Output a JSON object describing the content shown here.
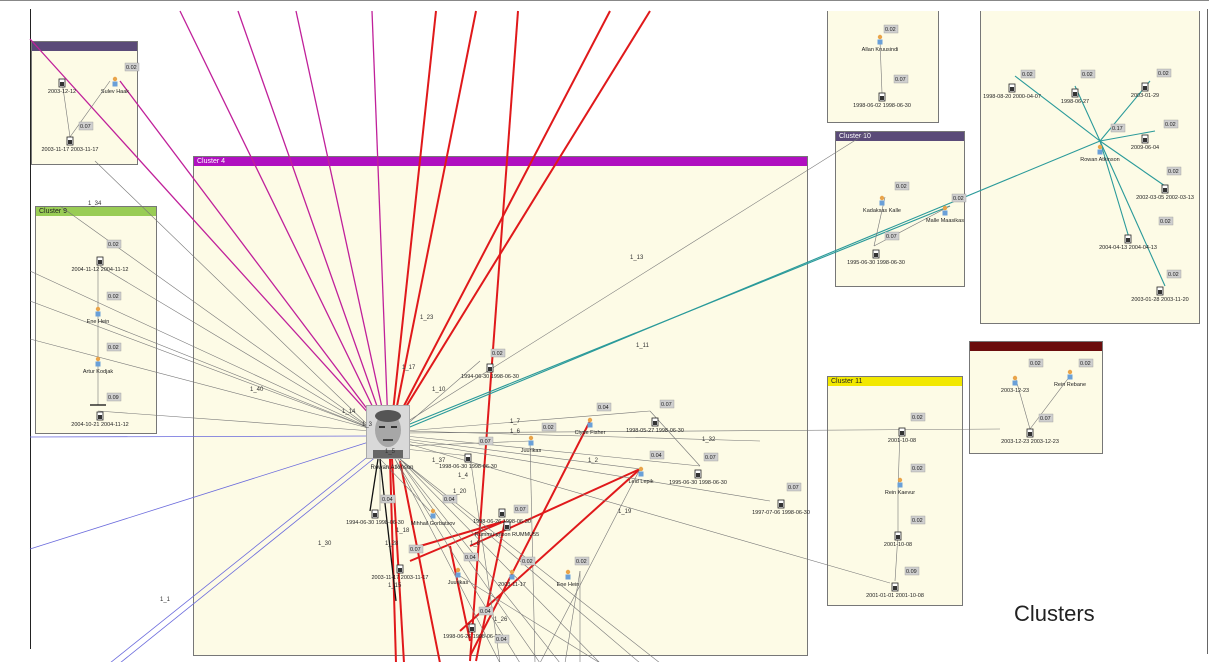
{
  "caption": "Clusters",
  "colors": {
    "cluster_bg": "#fdfbe6",
    "hdr_purple": "#5a4a78",
    "hdr_magenta": "#b00fc0",
    "hdr_green": "#99cc55",
    "hdr_yellow": "#f2e800",
    "hdr_darkred": "#6b0d0d",
    "edge_red": "#e0191b",
    "edge_magenta": "#c0209a",
    "edge_teal": "#2a9a9a",
    "edge_blue": "#6a6adc",
    "edge_gray": "#777777"
  },
  "clusters": {
    "top_left": {
      "title": ""
    },
    "main": {
      "title": "Cluster 4"
    },
    "cluster9": {
      "title": "Cluster 9"
    },
    "cluster10": {
      "title": "Cluster 10"
    },
    "cluster11": {
      "title": "Cluster 11"
    },
    "darkred": {
      "title": ""
    },
    "top_mid": {
      "title": ""
    },
    "top_right": {
      "title": ""
    }
  },
  "central_person": "Rowan Atkinson",
  "node_labels": [
    "2003-12-12",
    "Sulev Haak",
    "2003-11-17 2003-11-17",
    "2004-11-12 2004-11-12",
    "Ene Hein",
    "Artur Kodjak",
    "2004-10-21 2004-11-12",
    "Allan Kruusindi",
    "1998-06-02 1998-06-30",
    "1998-08-20 2000-04-07",
    "1998-06-27",
    "2003-01-29",
    "Rowan Atkinson",
    "2009-06-04",
    "2002-03-05 2002-03-13",
    "2004-04-13 2004-04-13",
    "2003-01-28 2003-11-20",
    "Kadaksas Kalle",
    "Malle Maasikas",
    "1995-06-30 1998-06-30",
    "2003-12-23",
    "Rein Rebane",
    "2003-12-23 2003-12-23",
    "2001-10-08",
    "Rein Kaevur",
    "2001-10-08",
    "2001-01-01 2001-10-08",
    "1994-06-30 1998-06-30",
    "Clyde Fisher",
    "1998-05-27 1998-06-30",
    "Juurikas",
    "1998-06-30 1998-06-30",
    "Leid Lepik",
    "1995-06-30 1998-06-30",
    "1997-07-06 1998-06-30",
    "1994-06-30 1998-06-30",
    "Mihhail Gorbatsov",
    "1998-06-26 1998-06-30",
    "Rummu prison RUMMU55",
    "2003-11-17 2003-11-17",
    "Juurikas",
    "2003-11-17",
    "Ene Hein",
    "1998-06-26 1998-06-26"
  ],
  "edge_labels": [
    "1_34",
    "1_40",
    "1_14",
    "1_13",
    "1_23",
    "1_17",
    "1_10",
    "1_11",
    "1_7",
    "1_6",
    "1_37",
    "1_32",
    "1_2",
    "1_4",
    "1_19",
    "1_18",
    "1_8",
    "1_28",
    "1_15",
    "1_26",
    "1_30",
    "1_1",
    "1_20",
    "1_5",
    "1_3"
  ],
  "weights": [
    "0.02",
    "0.04",
    "0.07",
    "0.17",
    "0.09",
    "0.02"
  ]
}
